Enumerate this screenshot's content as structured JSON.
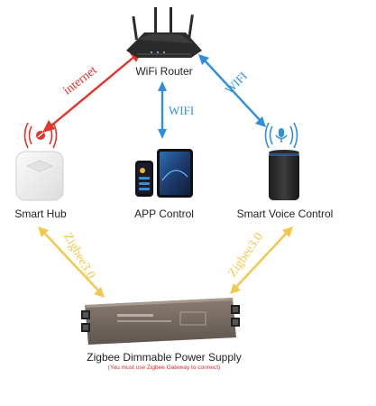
{
  "colors": {
    "internet": "#e5332a",
    "wifi": "#2f8ee0",
    "zigbee": "#f2c84c",
    "router_body": "#2b2b2b",
    "power_supply": "#7a6b60",
    "note": "#d62b2b"
  },
  "nodes": {
    "router": {
      "label": "WiFi Router",
      "icon": "router-icon"
    },
    "hub": {
      "label": "Smart Hub",
      "icon": "smart-hub-icon"
    },
    "app": {
      "label": "APP Control",
      "icon": "phone-tablet-icon"
    },
    "voice": {
      "label": "Smart Voice Control",
      "icon": "smart-speaker-icon"
    },
    "power_supply": {
      "label": "Zigbee Dimmable Power Supply",
      "note": "(You must use Zigbee Gateway to connect)",
      "icon": "power-supply-icon"
    }
  },
  "connections": {
    "internet": "internet",
    "wifi_center": "WIFI",
    "wifi_right": "WIFI",
    "zigbee_left": "Zigbee3.0",
    "zigbee_right": "Zigbee3.0"
  }
}
